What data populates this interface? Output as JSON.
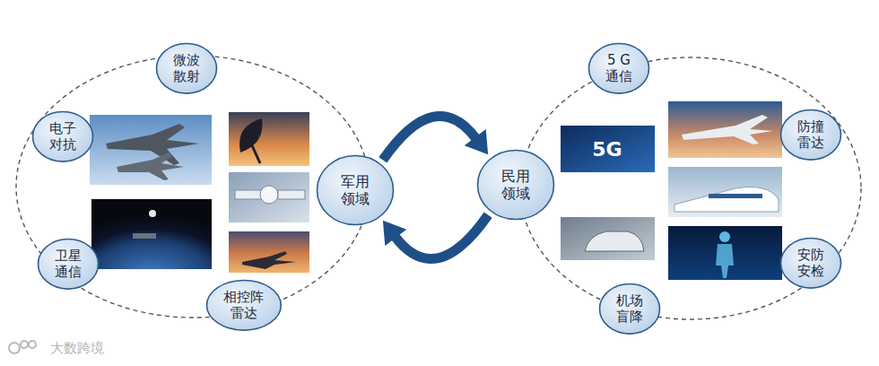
{
  "diagram": {
    "nodes": [
      {
        "text": [
          "微波 散射"
        ]
      },
      {
        "text": [
          "电子 对抗"
        ]
      },
      {
        "text": [
          "卫星 通信"
        ]
      },
      {
        "text": [
          "相控阵 雷达"
        ]
      },
      {
        "text": [
          "军用 领域"
        ]
      },
      {
        "text": [
          "5 G 通信"
        ]
      },
      {
        "text": [
          "防撞 雷达"
        ]
      },
      {
        "text": [
          "安防 安检"
        ]
      },
      {
        "text": [
          "机场 盲降"
        ]
      },
      {
        "text": [
          "民用 领域"
        ]
      }
    ],
    "edges": [
      {
        "from": 4,
        "to": 9,
        "arrow": "to"
      },
      {
        "from": 9,
        "to": 4,
        "arrow": "to"
      }
    ],
    "labels": [
      "5G",
      "大数跨境"
    ]
  }
}
